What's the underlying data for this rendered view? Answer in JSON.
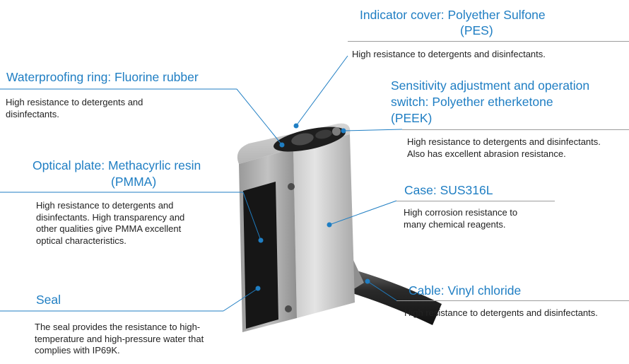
{
  "callouts": {
    "indicator_cover": {
      "title_line1": "Indicator cover: Polyether Sulfone",
      "title_line2": "(PES)",
      "description": "High resistance to detergents and disinfectants."
    },
    "waterproofing_ring": {
      "title": "Waterproofing ring: Fluorine rubber",
      "description": "High resistance to detergents and disinfectants."
    },
    "sensitivity_switch": {
      "title_line1": "Sensitivity adjustment and operation",
      "title_line2": "switch: Polyether etherketone",
      "title_line3": "(PEEK)",
      "description": "High resistance to detergents and disinfectants. Also has excellent abrasion resistance."
    },
    "optical_plate": {
      "title_line1": "Optical plate: Methacyrlic resin",
      "title_line2": "(PMMA)",
      "description": "High resistance to detergents and disinfectants. High transparency and other qualities give PMMA excellent optical characteristics."
    },
    "case": {
      "title": "Case: SUS316L",
      "description": "High corrosion resistance to many chemical reagents."
    },
    "seal": {
      "title": "Seal",
      "description": "The seal provides the resistance to high-temperature and high-pressure water that complies with IP69K."
    },
    "cable": {
      "title": "Cable: Vinyl chloride",
      "description": "High resistance to detergents and disinfectants."
    }
  },
  "colors": {
    "title": "#1f7ec3",
    "text": "#222222",
    "rule": "#9c9c9c",
    "leader": "#1f7ec3"
  }
}
